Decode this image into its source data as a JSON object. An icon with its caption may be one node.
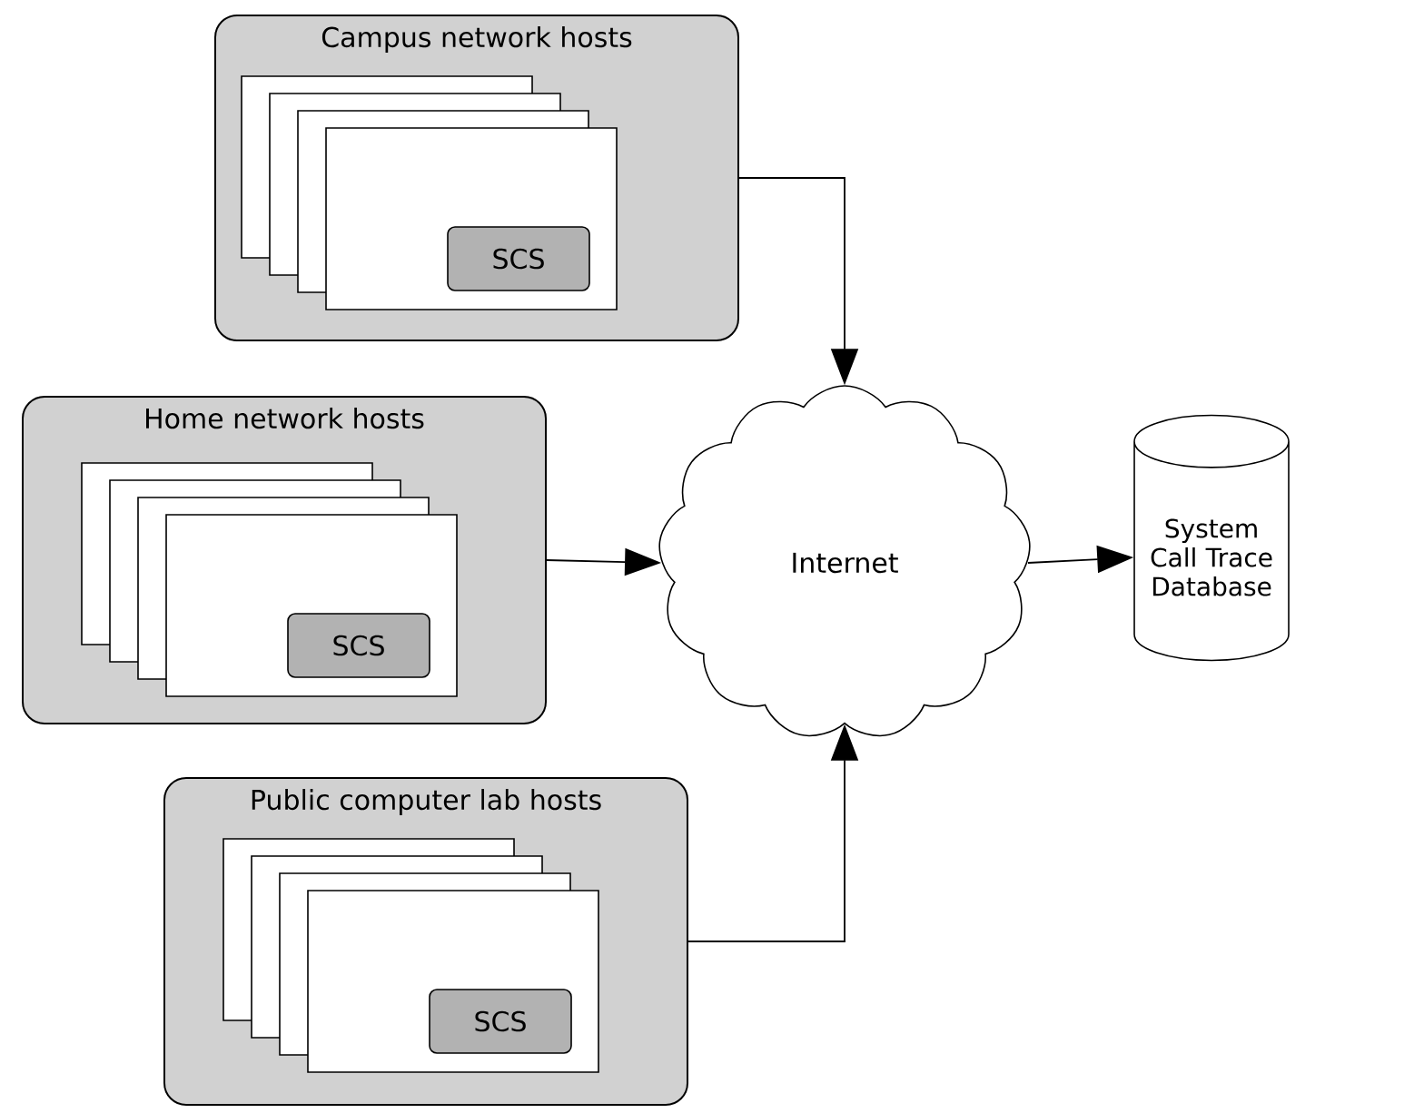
{
  "diagram": {
    "nodes": [
      {
        "text": [
          "Campus network hosts"
        ]
      },
      {
        "text": [
          "SCS"
        ],
        "in": 0
      },
      {
        "text": [
          "Home network hosts"
        ]
      },
      {
        "text": [
          "SCS"
        ],
        "in": 2
      },
      {
        "text": [
          "Public computer lab hosts"
        ]
      },
      {
        "text": [
          "SCS"
        ],
        "in": 4
      },
      {
        "text": [
          "Internet"
        ]
      },
      {
        "text": [
          "System Call Trace Database"
        ]
      }
    ],
    "edges": [
      {
        "from": 0,
        "to": 6,
        "arrow": "to"
      },
      {
        "from": 2,
        "to": 6,
        "arrow": "to"
      },
      {
        "from": 4,
        "to": 6,
        "arrow": "to"
      },
      {
        "from": 6,
        "to": 7,
        "arrow": "to"
      }
    ]
  }
}
